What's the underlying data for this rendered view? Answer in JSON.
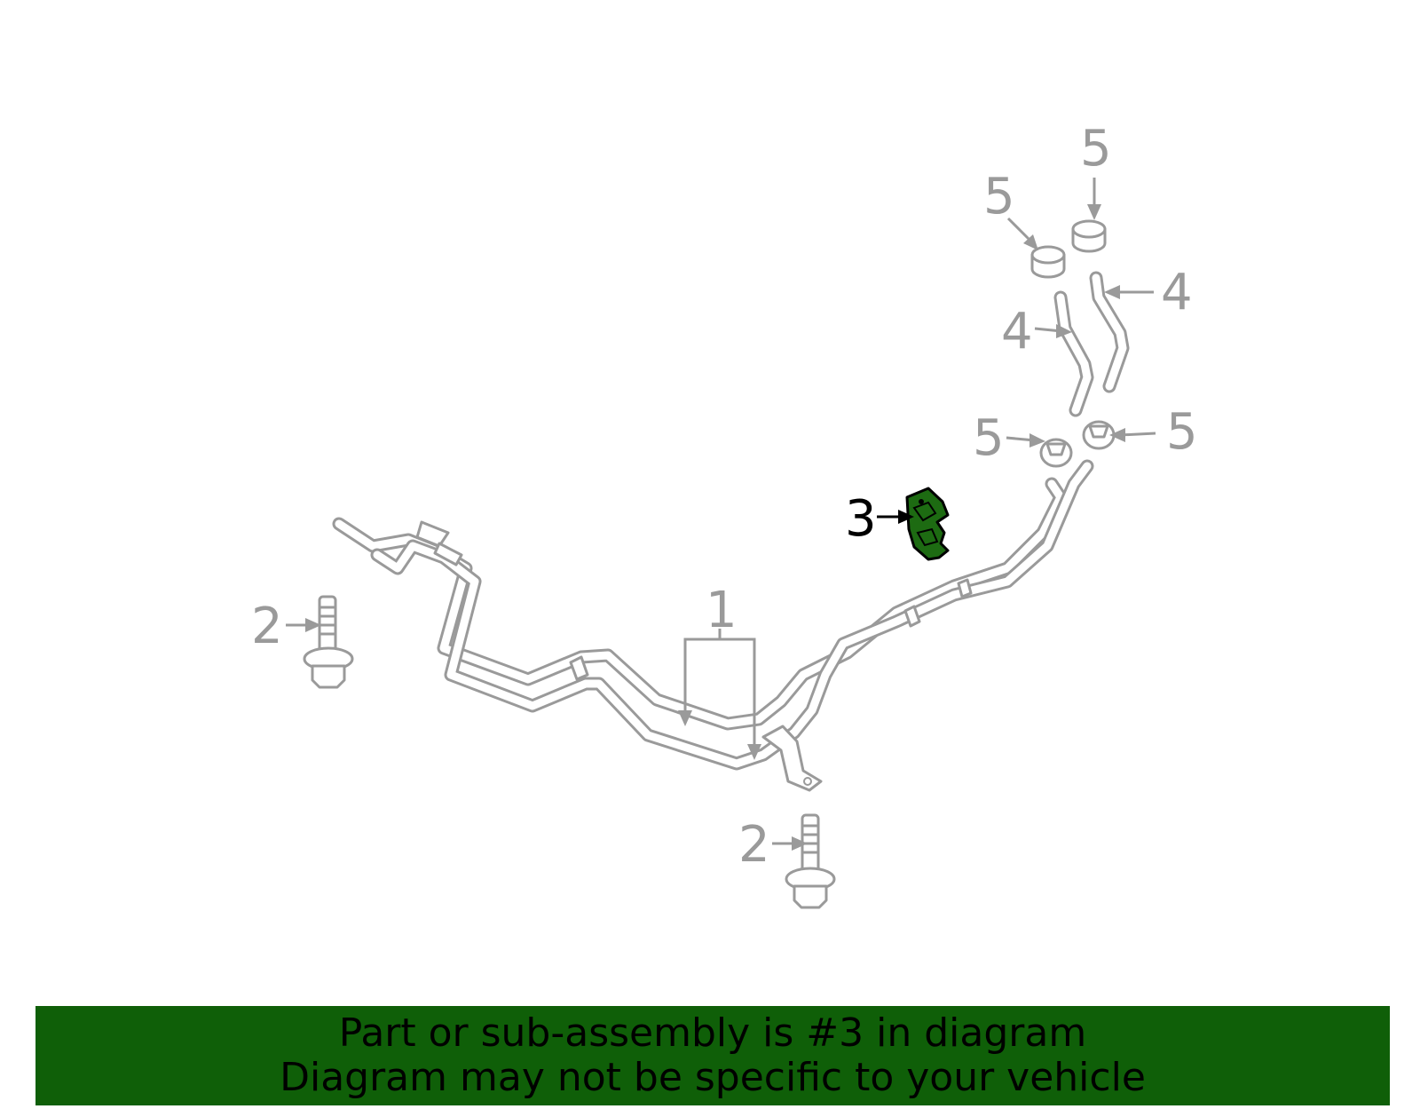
{
  "diagram": {
    "callouts": {
      "pipe_assembly": "1",
      "bolt_left": "2",
      "bolt_bottom": "2",
      "bracket": "3",
      "hose_left": "4",
      "hose_right": "4",
      "clamp_top_left": "5",
      "clamp_top_right": "5",
      "clamp_mid_left": "5",
      "clamp_mid_right": "5"
    },
    "highlighted_part": "3",
    "colors": {
      "line_art": "#9a9a9a",
      "highlight_fill": "#1d6b12",
      "banner_background": "#0f5f08",
      "banner_text": "#000000"
    }
  },
  "banner": {
    "line1": "Part or sub-assembly is #3 in diagram",
    "line2": "Diagram may not be specific to your vehicle"
  }
}
